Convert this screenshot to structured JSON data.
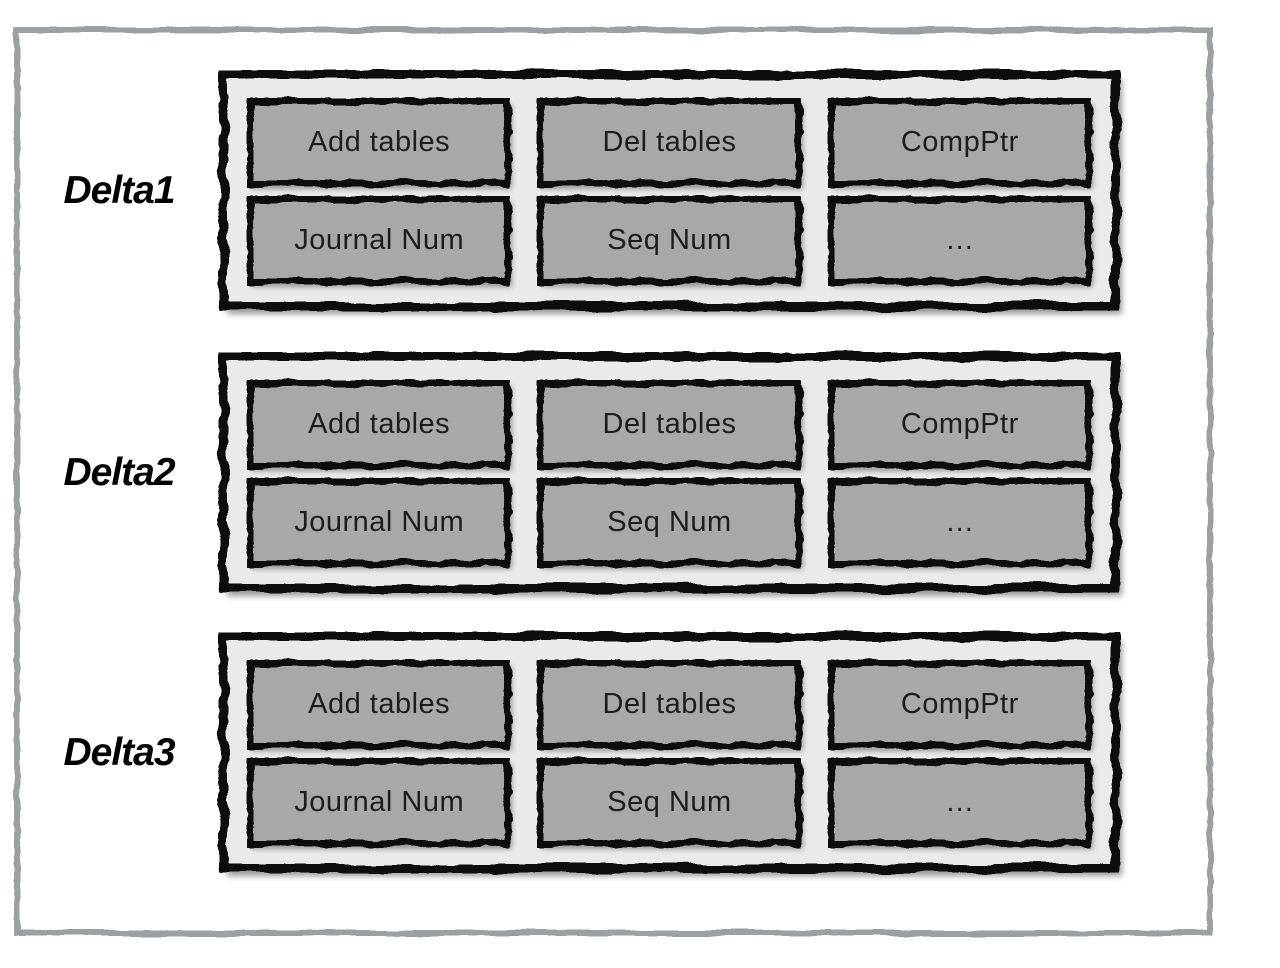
{
  "panels": [
    {
      "label": "Delta1",
      "fields": [
        "Add tables",
        "Del tables",
        "CompPtr",
        "Journal Num",
        "Seq Num",
        "…"
      ]
    },
    {
      "label": "Delta2",
      "fields": [
        "Add tables",
        "Del tables",
        "CompPtr",
        "Journal Num",
        "Seq Num",
        "…"
      ]
    },
    {
      "label": "Delta3",
      "fields": [
        "Add tables",
        "Del tables",
        "CompPtr",
        "Journal Num",
        "Seq Num",
        "…"
      ]
    }
  ],
  "colors": {
    "frame_stroke": "#9aa0a4",
    "panel_background": "#e9eaec",
    "panel_stroke": "#0c0c0c",
    "box_background": "#a8a8a8",
    "box_stroke": "#0e0e0e",
    "box_text": "#1d1d1d",
    "label_text": "#000000",
    "page_background": "#ffffff"
  }
}
